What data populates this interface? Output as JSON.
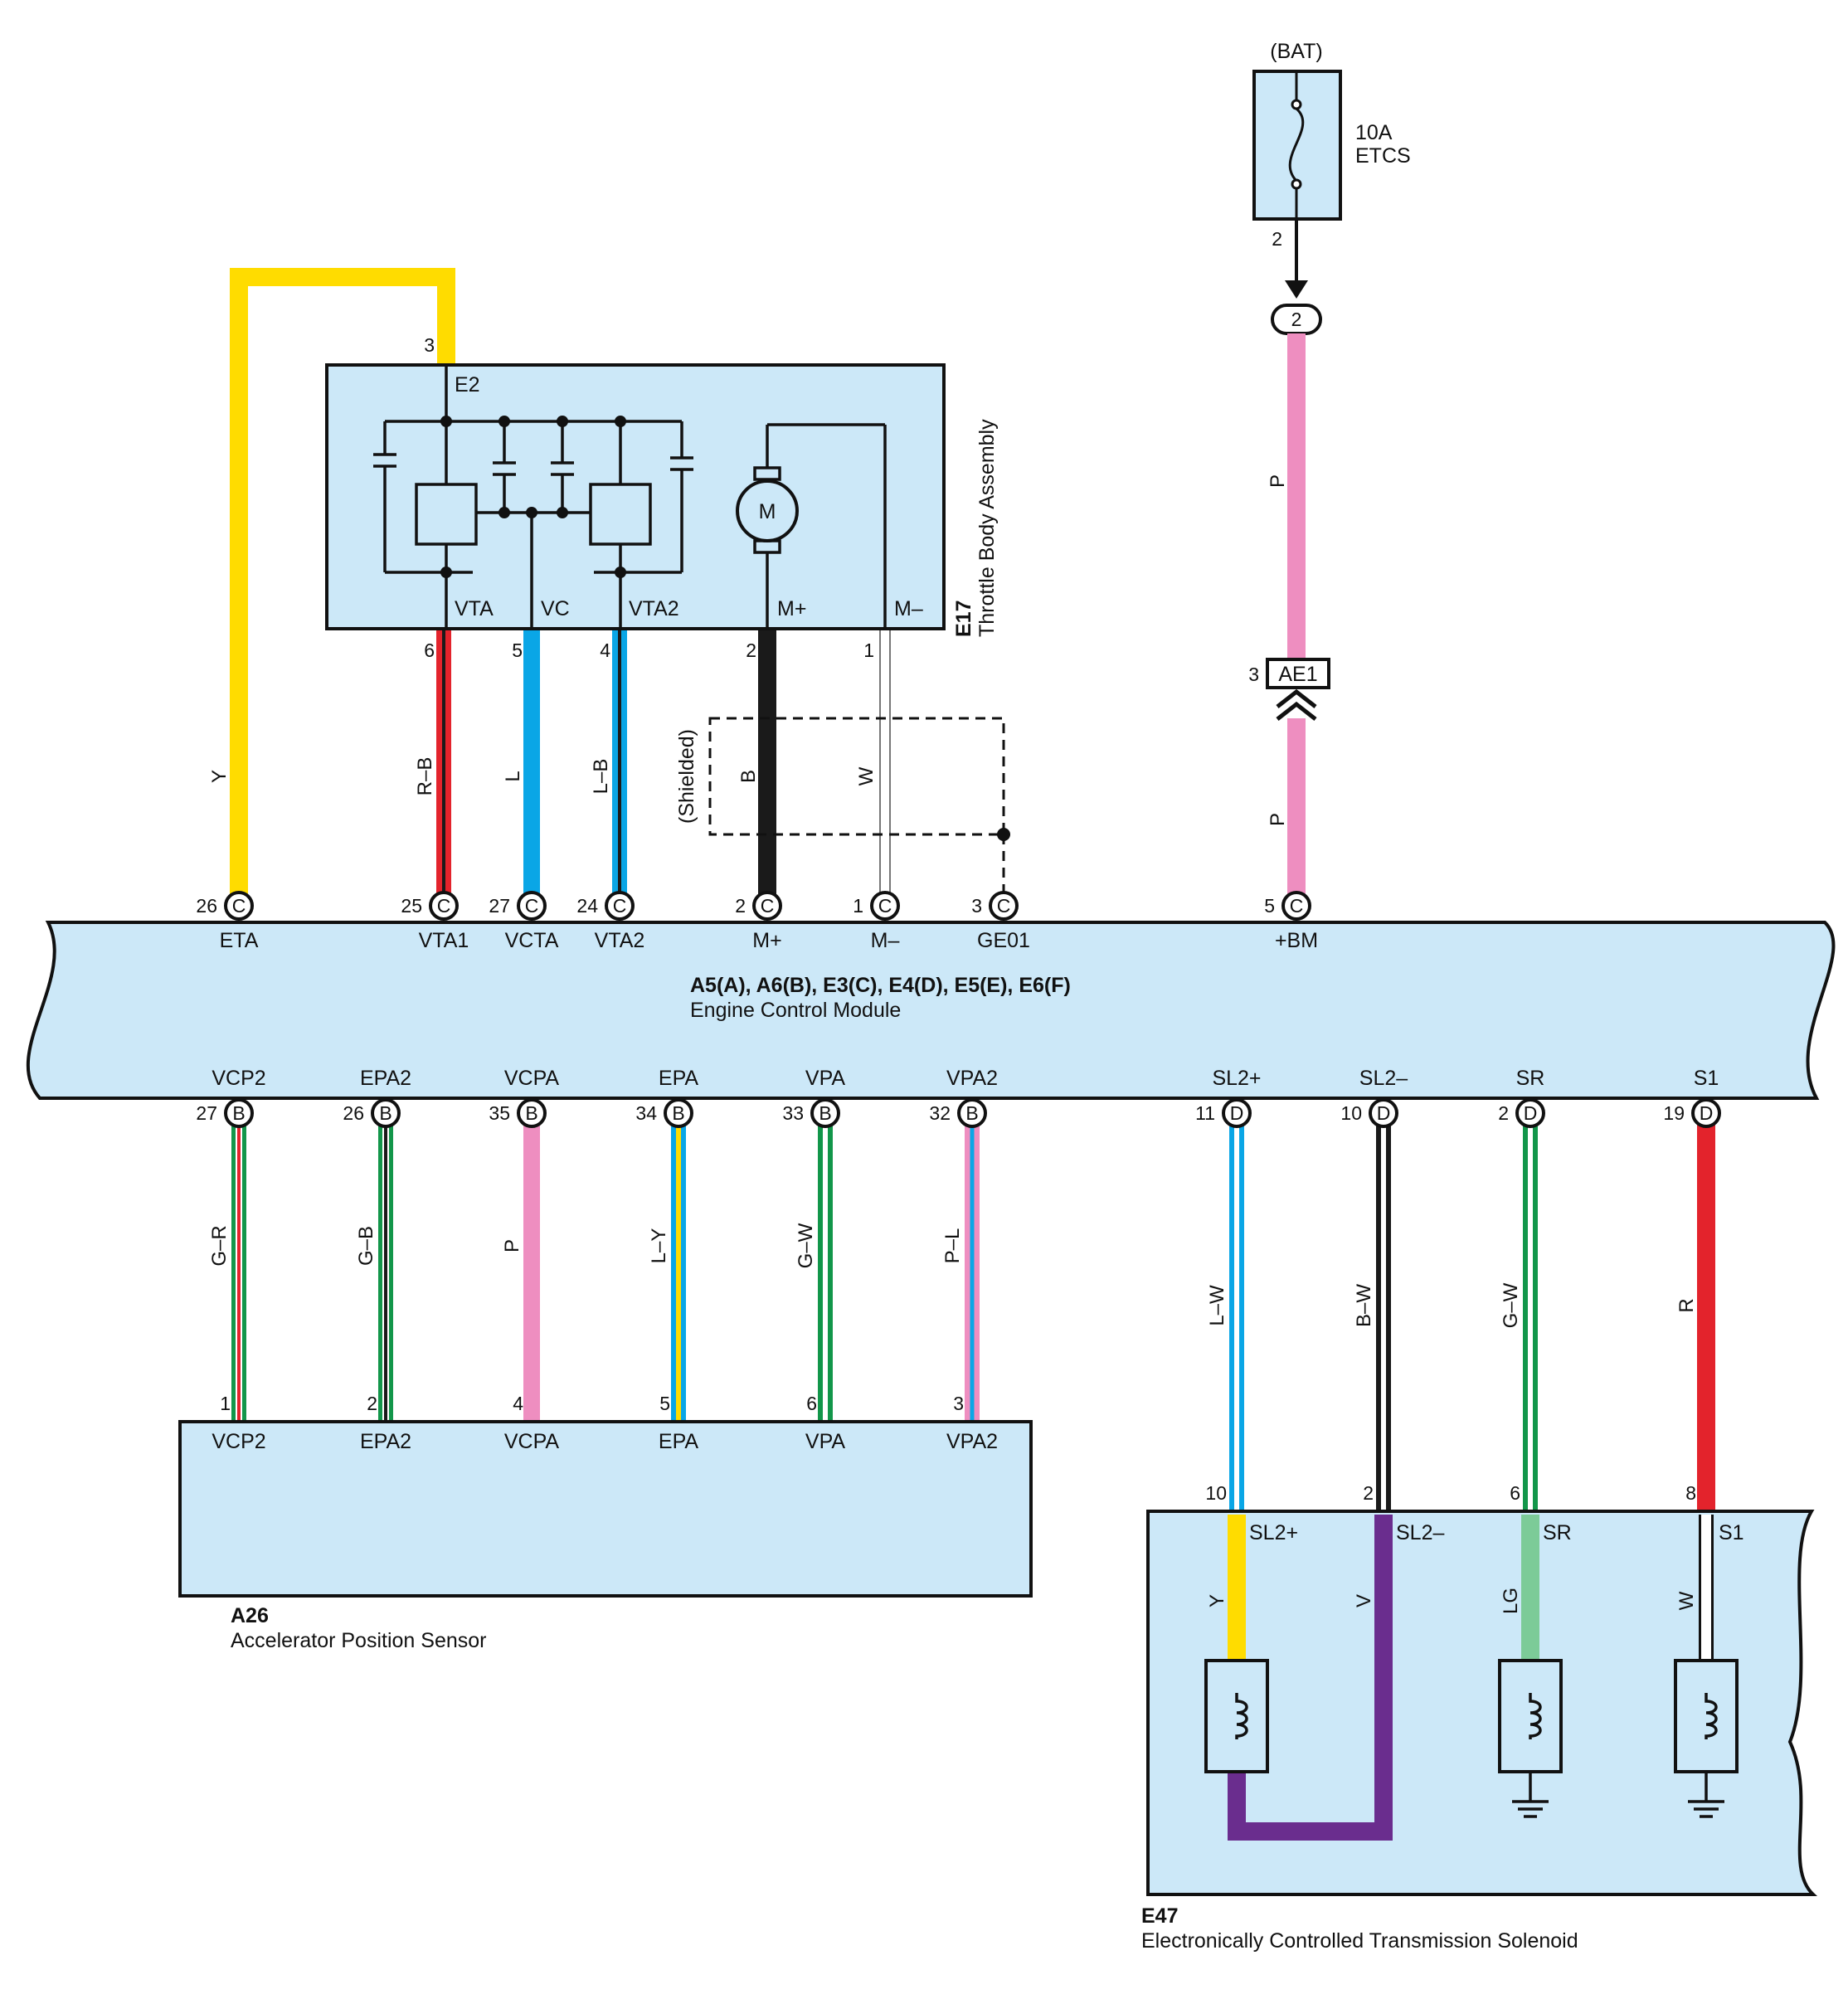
{
  "colors": {
    "box_fill": "#cce8f8",
    "Y": "#ffdc00",
    "R": "#e3232c",
    "L": "#0aa6e6",
    "B": "#1a1a1a",
    "W": "#ffffff",
    "P": "#ee8ec0",
    "G": "#12964a",
    "V": "#6a2d8e",
    "LG": "#7ccb98"
  },
  "battery": {
    "bat_label": "(BAT)",
    "fuse_amp": "10A",
    "fuse_name": "ETCS",
    "out_pin": "2",
    "junction": "2"
  },
  "ae1": {
    "name": "AE1",
    "pin": "3"
  },
  "throttle": {
    "code": "E17",
    "name": "Throttle Body Assembly",
    "e2_label": "E2",
    "e2_pin": "3",
    "motor": "M",
    "terms": [
      "VTA",
      "VC",
      "VTA2",
      "M+",
      "M–"
    ],
    "pins": [
      "6",
      "5",
      "4",
      "2",
      "1"
    ]
  },
  "ecm": {
    "title": "A5(A), A6(B), E3(C), E4(D), E5(E), E6(F)",
    "subtitle": "Engine Control Module",
    "top_pins": [
      "26",
      "25",
      "27",
      "24",
      "2",
      "1",
      "3",
      "5"
    ],
    "top_letters": [
      "C",
      "C",
      "C",
      "C",
      "C",
      "C",
      "C",
      "C"
    ],
    "top_names": [
      "ETA",
      "VTA1",
      "VCTA",
      "VTA2",
      "M+",
      "M–",
      "GE01",
      "+BM"
    ],
    "bottom_pins": [
      "27",
      "26",
      "35",
      "34",
      "33",
      "32",
      "11",
      "10",
      "2",
      "19"
    ],
    "bottom_letters": [
      "B",
      "B",
      "B",
      "B",
      "B",
      "B",
      "D",
      "D",
      "D",
      "D"
    ],
    "bottom_names": [
      "VCP2",
      "EPA2",
      "VCPA",
      "EPA",
      "VPA",
      "VPA2",
      "SL2+",
      "SL2–",
      "SR",
      "S1"
    ]
  },
  "shield_label": "(Shielded)",
  "top_wire_colors": [
    "Y",
    "R–B",
    "L",
    "L–B",
    "B",
    "W",
    "P",
    "P"
  ],
  "bottom_wire_colors": [
    "G–R",
    "G–B",
    "P",
    "L–Y",
    "G–W",
    "P–L",
    "L–W",
    "B–W",
    "G–W",
    "R"
  ],
  "aps": {
    "code": "A26",
    "name": "Accelerator Position Sensor",
    "pins": [
      "1",
      "2",
      "4",
      "5",
      "6",
      "3"
    ],
    "terms": [
      "VCP2",
      "EPA2",
      "VCPA",
      "EPA",
      "VPA",
      "VPA2"
    ]
  },
  "sol": {
    "code": "E47",
    "name": "Electronically Controlled Transmission Solenoid",
    "pins": [
      "10",
      "2",
      "6",
      "8"
    ],
    "terms": [
      "SL2+",
      "SL2–",
      "SR",
      "S1"
    ],
    "inner_colors": [
      "Y",
      "V",
      "LG",
      "W"
    ]
  }
}
